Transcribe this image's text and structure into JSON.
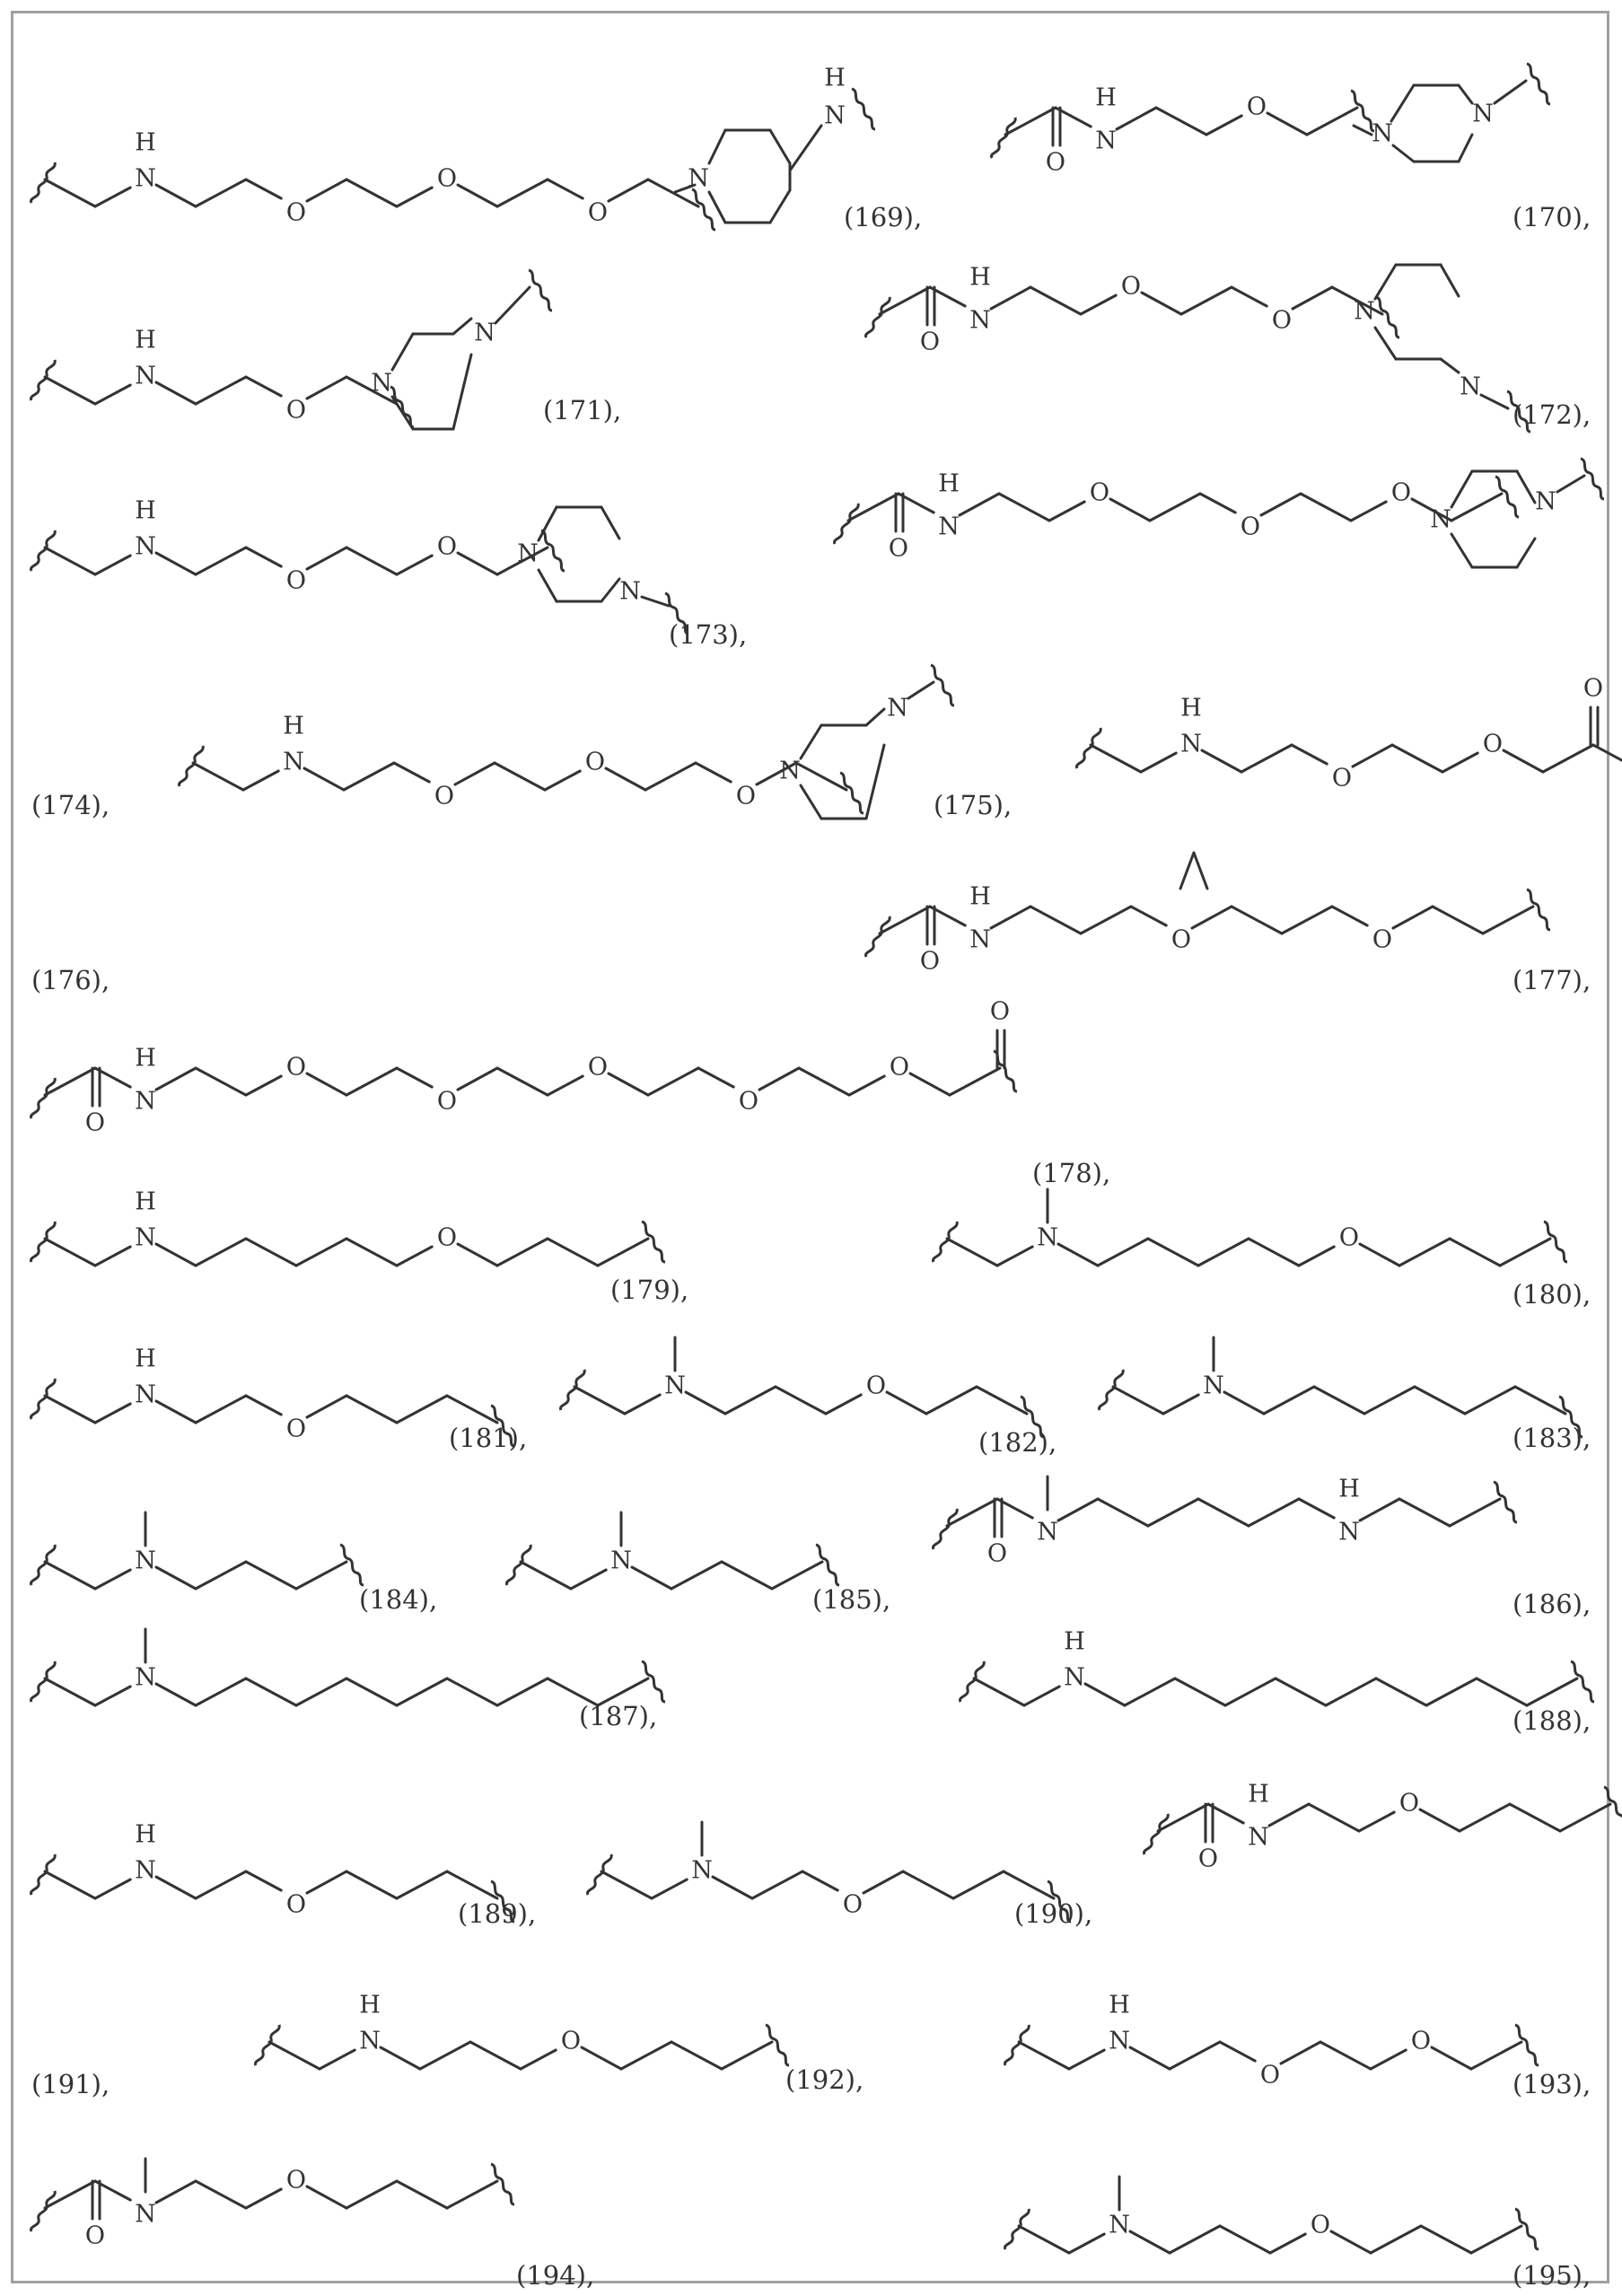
{
  "labels": [
    {
      "id": "169",
      "text": "(169),"
    },
    {
      "id": "170",
      "text": "(170),"
    },
    {
      "id": "171",
      "text": "(171),"
    },
    {
      "id": "172",
      "text": "(172),"
    },
    {
      "id": "173",
      "text": "(173),"
    },
    {
      "id": "174",
      "text": "(174),"
    },
    {
      "id": "175",
      "text": "(175),"
    },
    {
      "id": "176",
      "text": "(176),"
    },
    {
      "id": "177",
      "text": "(177),"
    },
    {
      "id": "178",
      "text": "(178),"
    },
    {
      "id": "179",
      "text": "(179),"
    },
    {
      "id": "180",
      "text": "(180),"
    },
    {
      "id": "181",
      "text": "(181),"
    },
    {
      "id": "182",
      "text": "(182),"
    },
    {
      "id": "183",
      "text": "(183),"
    },
    {
      "id": "184",
      "text": "(184),"
    },
    {
      "id": "185",
      "text": "(185),"
    },
    {
      "id": "186",
      "text": "(186),"
    },
    {
      "id": "187",
      "text": "(187),"
    },
    {
      "id": "188",
      "text": "(188),"
    },
    {
      "id": "189",
      "text": "(189),"
    },
    {
      "id": "190",
      "text": "(190),"
    },
    {
      "id": "191",
      "text": "(191),"
    },
    {
      "id": "192",
      "text": "(192),"
    },
    {
      "id": "193",
      "text": "(193),"
    },
    {
      "id": "194",
      "text": "(194),"
    },
    {
      "id": "195",
      "text": "(195),"
    }
  ],
  "atoms": {
    "nh": "H",
    "n": "N",
    "o": "O"
  }
}
